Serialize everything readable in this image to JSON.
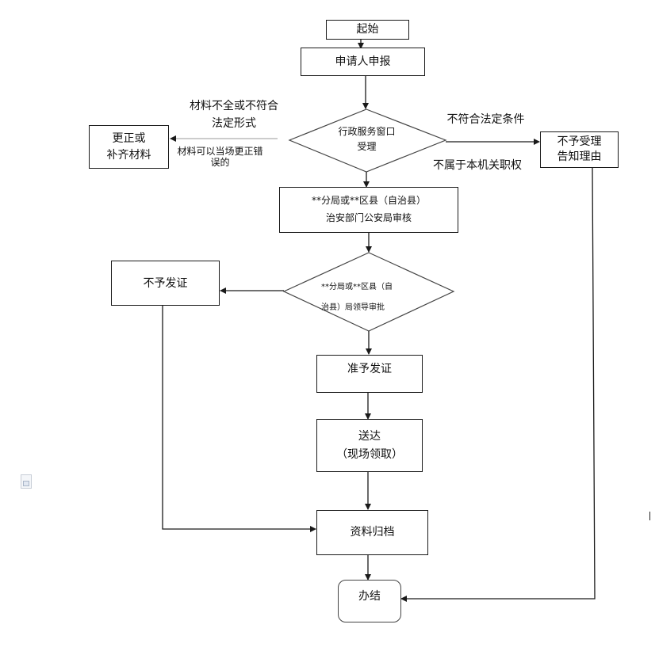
{
  "nodes": {
    "start": "起始",
    "apply": "申请人申报",
    "window": [
      "行政服务窗口",
      "受理"
    ],
    "correct": [
      "更正或",
      "补齐材料"
    ],
    "reject_accept": [
      "不予受理",
      "告知理由"
    ],
    "review": [
      "**分局或**区县（自治县）",
      "治安部门公安局审核"
    ],
    "leader": [
      "**分局或**区县（自",
      "治县）局领导审批"
    ],
    "deny": "不予发证",
    "approve": "准予发证",
    "deliver": [
      "送达",
      "（现场领取）"
    ],
    "archive": "资料归档",
    "finish": "办结"
  },
  "labels": {
    "incomplete": [
      "材料不全或不符合",
      "法定形式"
    ],
    "correctable": [
      "材料可以当场更正错",
      "误的"
    ],
    "not_legal": "不符合法定条件",
    "not_jurisdiction": "不属于本机关职权"
  },
  "colors": {
    "line": "#1a1a1a",
    "gray_line": "#9a9a9a"
  }
}
